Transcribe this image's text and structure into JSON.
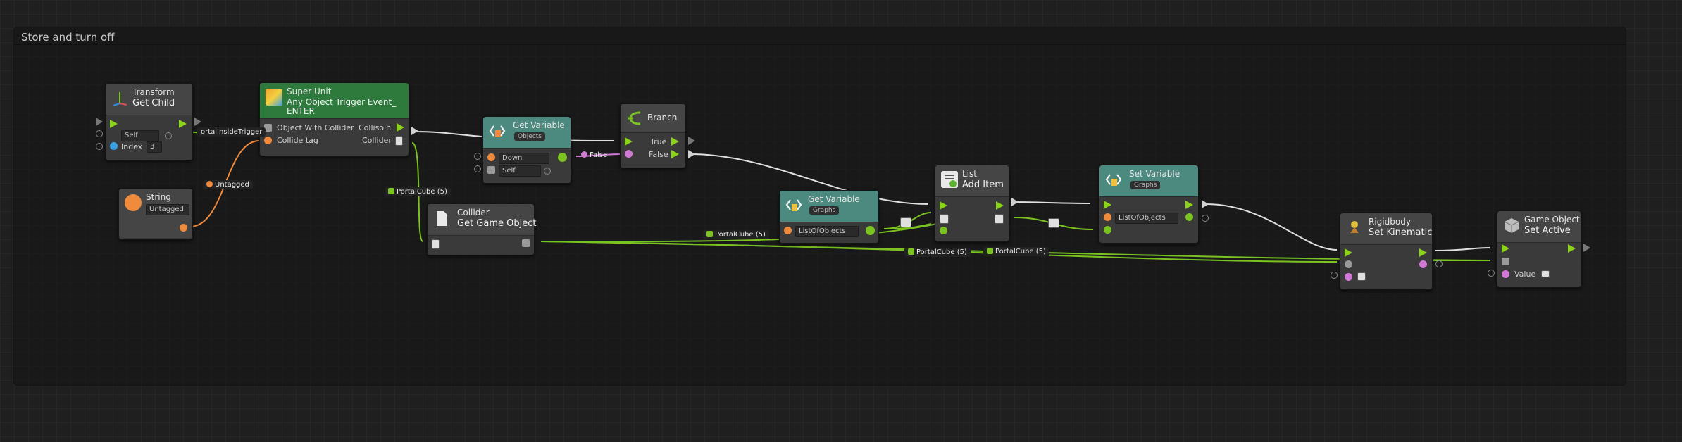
{
  "group": {
    "title": "Store and turn off"
  },
  "nodes": {
    "transform": {
      "title": "Transform",
      "subtitle": "Get Child",
      "self_value": "Self",
      "index_label": "Index",
      "index_value": "3"
    },
    "superunit": {
      "title": "Super Unit",
      "subtitle_line1": "Any Object Trigger Event_",
      "subtitle_line2": "ENTER",
      "port_object": "Object With Collider",
      "port_tag": "Collide  tag",
      "out_collision": "Collisoin",
      "out_collider": "Collider"
    },
    "string": {
      "title": "String",
      "value": "Untagged"
    },
    "getvar_objects": {
      "title": "Get Variable",
      "badge": "Objects",
      "field_value": "Down",
      "self_value": "Self"
    },
    "branch": {
      "title": "Branch",
      "true_label": "True",
      "false_label": "False"
    },
    "collider": {
      "title": "Collider",
      "subtitle": "Get Game Object"
    },
    "getvar_graphs": {
      "title": "Get Variable",
      "badge": "Graphs",
      "field_value": "ListOfObjects"
    },
    "list": {
      "title": "List",
      "subtitle": "Add Item"
    },
    "setvar": {
      "title": "Set Variable",
      "badge": "Graphs",
      "field_value": "ListOfObjects"
    },
    "rigidbody": {
      "title": "Rigidbody",
      "subtitle": "Set Kinematic"
    },
    "gameobject": {
      "title": "Game Object",
      "subtitle": "Set Active",
      "value_label": "Value"
    }
  },
  "wire_labels": {
    "trigger": "ortalInsideTrigger",
    "untagged": "Untagged",
    "portalcube_1": "PortalCube (5)",
    "false_value": "False",
    "portalcube_2": "PortalCube (5)",
    "portalcube_3": "PortalCube (5)",
    "portalcube_4": "PortalCube (5)"
  },
  "colors": {
    "flow": "#8ad318",
    "wire_gameobject": "#7bc320",
    "wire_string": "#f08a3c",
    "wire_bool": "#d07ad6",
    "control": "#e0e0e0"
  }
}
